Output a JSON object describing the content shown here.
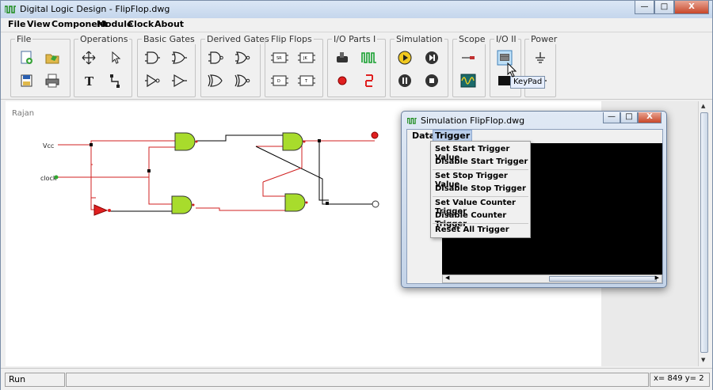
{
  "window": {
    "title": "Digital Logic Design - FlipFlop.dwg",
    "controls": {
      "minimize": "—",
      "maximize": "□",
      "close": "X"
    }
  },
  "menu": [
    "File",
    "View",
    "Component",
    "Module",
    "Clock",
    "About"
  ],
  "groups": [
    "File",
    "Operations",
    "Basic Gates",
    "Derived Gates",
    "Flip Flops",
    "I/O Parts I",
    "Simulation",
    "Scope",
    "I/O II",
    "Power"
  ],
  "tooltip": "KeyPad",
  "canvas": {
    "author": "Rajan",
    "labels": {
      "vcc": "Vcc",
      "clock": "clock"
    }
  },
  "simulation_window": {
    "title": "Simulation FlipFlop.dwg",
    "menu": [
      "Data",
      "Trigger"
    ],
    "trigger_items": [
      "Set Start Trigger Value",
      "Disable Start Trigger",
      "Set Stop Trigger Value",
      "Disable Stop Trigger",
      "Set Value Counter Trigger",
      "Disable Counter Trigger",
      "Reset All Trigger"
    ]
  },
  "status": {
    "mode": "Run",
    "coords": "x= 849  y= 2"
  },
  "colors": {
    "wire_active": "#d02020",
    "gate_fill": "#a8dc2c",
    "scope_bg": "#000000"
  }
}
